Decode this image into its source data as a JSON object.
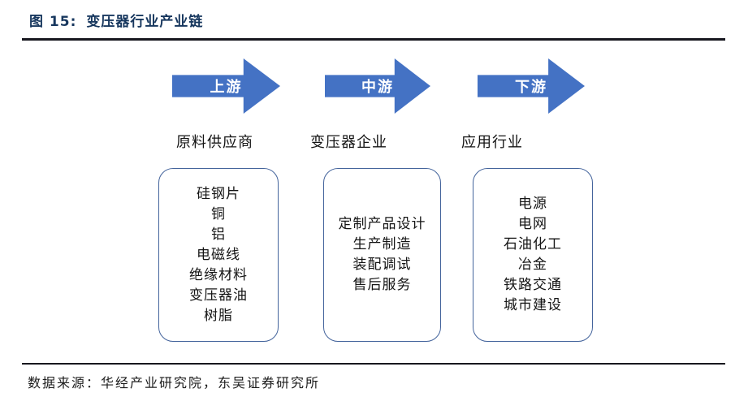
{
  "figure": {
    "label": "图 15:",
    "title": "变压器行业产业链"
  },
  "chain": {
    "columns": [
      {
        "stage": "上游",
        "category": "原料供应商",
        "items": [
          "硅钢片",
          "铜",
          "铝",
          "电磁线",
          "绝缘材料",
          "变压器油",
          "树脂"
        ]
      },
      {
        "stage": "中游",
        "category": "变压器企业",
        "items": [
          "定制产品设计",
          "生产制造",
          "装配调试",
          "售后服务"
        ]
      },
      {
        "stage": "下游",
        "category": "应用行业",
        "items": [
          "电源",
          "电网",
          "石油化工",
          "冶金",
          "铁路交通",
          "城市建设"
        ]
      }
    ]
  },
  "footer": {
    "source": "数据来源：华经产业研究院，东吴证券研究所"
  },
  "colors": {
    "arrow_blue": "#4472C4",
    "box_border": "#44649C",
    "title_navy": "#17375E",
    "rule_dark": "#17171F",
    "arrow_text": "#FFFFFF"
  }
}
